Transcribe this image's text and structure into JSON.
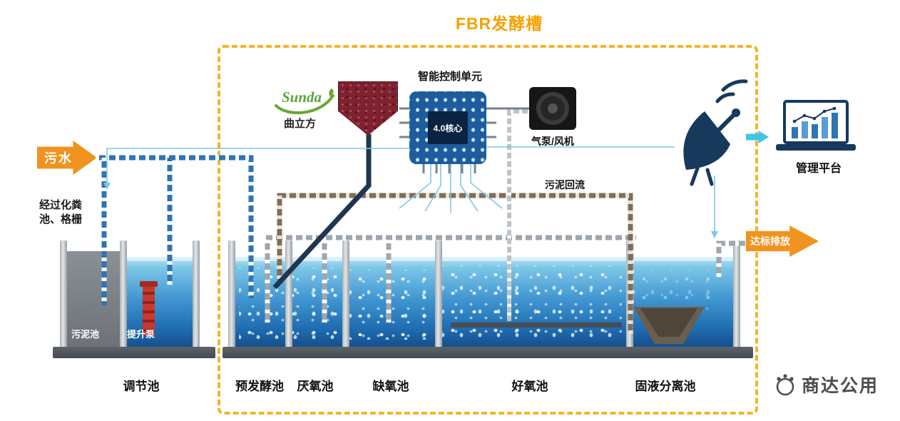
{
  "title": "FBR发酵槽",
  "influent": {
    "arrow_label": "污水",
    "note": "经过化粪池、格栅"
  },
  "regulation_tank": {
    "label": "调节池",
    "sludge_pool": "污泥池",
    "lift_pump": "提升泵"
  },
  "compartments": [
    {
      "label": "预发酵池"
    },
    {
      "label": "厌氧池"
    },
    {
      "label": "缺氧池"
    },
    {
      "label": "好氧池"
    },
    {
      "label": "固液分离池"
    }
  ],
  "control_unit": {
    "title": "智能控制单元",
    "core_label": "4.0核心",
    "air_pump_label": "气泵/风机"
  },
  "sludge_return_label": "污泥回流",
  "brand": {
    "logo_text": "Sunda",
    "product_name": "曲立方",
    "company_name": "商达公用"
  },
  "platform": {
    "label": "管理平台"
  },
  "discharge": {
    "arrow_label": "达标排放"
  },
  "colors": {
    "accent_orange": "#F0931F",
    "title_orange": "#F9A000",
    "dashed_border": "#F5B327",
    "pipe_blue": "#2F74B5",
    "pipe_gray": "#9FA6AD",
    "pipe_brown": "#7d6f5c",
    "water_deep": "#154f8d",
    "navy": "#16395C",
    "shield_red": "#7E2230",
    "logo_green": "#5BA539"
  }
}
